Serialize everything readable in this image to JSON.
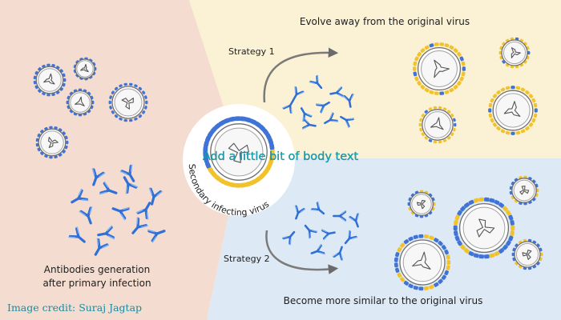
{
  "labels": {
    "top_title": "Evolve away from the original virus",
    "bottom_title": "Become more similar to the original virus",
    "strategy1": "Strategy 1",
    "strategy2": "Strategy 2",
    "antibodies_line1": "Antibodies generation",
    "antibodies_line2": "after primary infection",
    "center_label": "Secondary infecting virus"
  },
  "overlay_text": "Add a little bit of body text",
  "credit": "Image credit: Suraj Jagtap",
  "colors": {
    "left_panel": "#f4ddd0",
    "top_panel": "#fbf1d4",
    "bottom_panel": "#dde9f4",
    "blue": "#3f73d6",
    "yellow": "#f2c22b",
    "antibody_blue": "#2f6fd6",
    "overlay": "#1aa3b6"
  }
}
